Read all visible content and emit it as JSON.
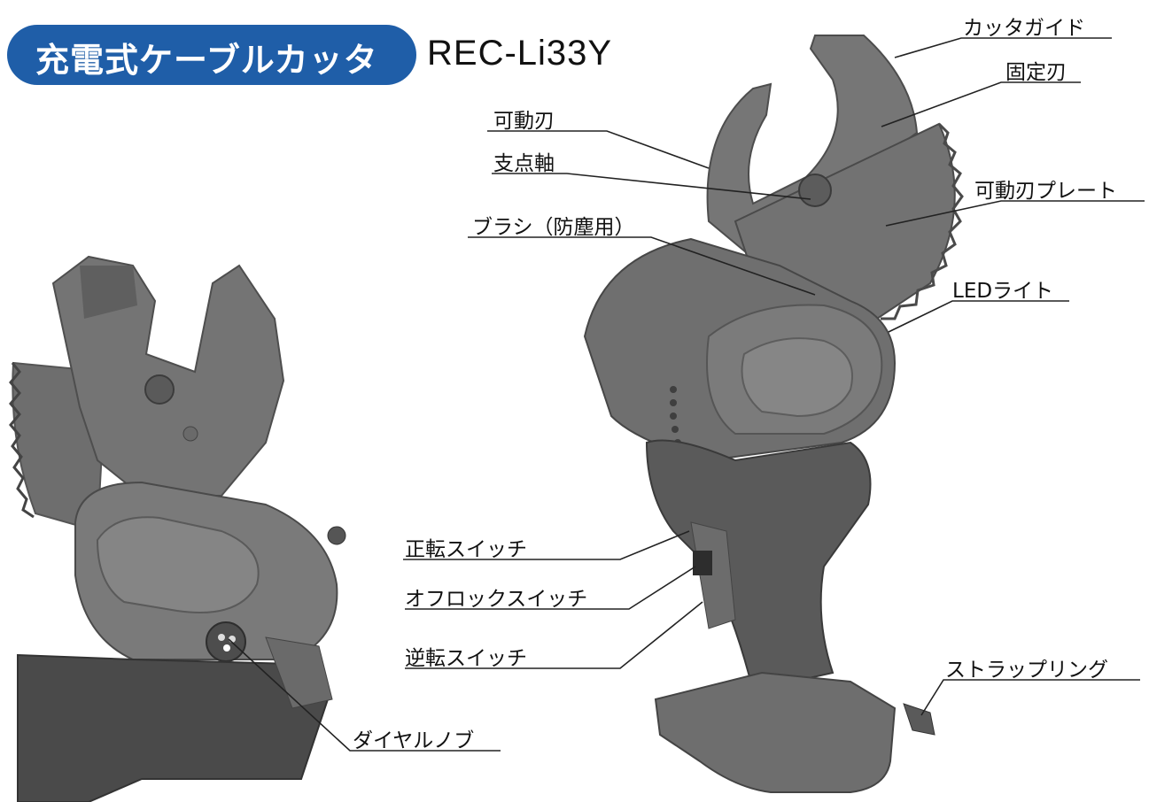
{
  "header": {
    "product_name": "充電式ケーブルカッタ",
    "model": "REC-Li33Y",
    "badge_color": "#1f5ea8"
  },
  "labels": {
    "cutter_guide": "カッタガイド",
    "fixed_blade": "固定刃",
    "movable_blade": "可動刃",
    "pivot_shaft": "支点軸",
    "movable_blade_plate": "可動刃プレート",
    "brush": "ブラシ（防塵用）",
    "led_light": "LEDライト",
    "forward_switch": "正転スイッチ",
    "off_lock_switch": "オフロックスイッチ",
    "reverse_switch": "逆転スイッチ",
    "strap_ring": "ストラップリング",
    "dial_knob": "ダイヤルノブ"
  }
}
